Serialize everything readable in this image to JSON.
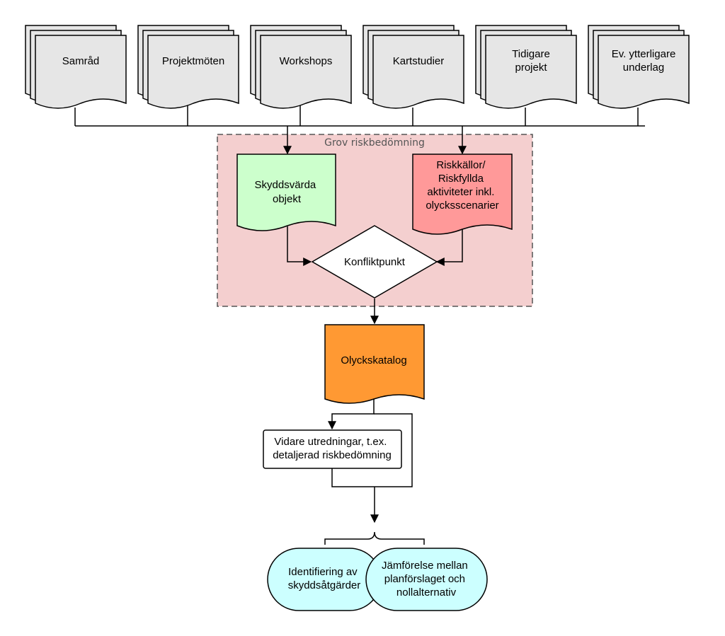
{
  "diagram": {
    "inputs": [
      {
        "lines": [
          "Samråd"
        ]
      },
      {
        "lines": [
          "Projektmöten"
        ]
      },
      {
        "lines": [
          "Workshops"
        ]
      },
      {
        "lines": [
          "Kartstudier"
        ]
      },
      {
        "lines": [
          "Tidigare",
          "projekt"
        ]
      },
      {
        "lines": [
          "Ev. ytterligare",
          "underlag"
        ]
      }
    ],
    "group": {
      "label": "Grov riskbedömning"
    },
    "protected_objects": {
      "lines": [
        "Skyddsvärda",
        "objekt"
      ]
    },
    "risk_sources": {
      "lines": [
        "Riskkällor/",
        "Riskfyllda",
        "aktiviteter inkl.",
        "olycksscenarier"
      ]
    },
    "conflict_point": {
      "label": "Konfliktpunkt"
    },
    "accident_catalog": {
      "label": "Olyckskatalog"
    },
    "further_studies": {
      "lines": [
        "Vidare utredningar, t.ex.",
        "detaljerad riskbedömning"
      ]
    },
    "outcomes": [
      {
        "lines": [
          "Identifiering av",
          "skyddsåtgärder"
        ]
      },
      {
        "lines": [
          "Jämförelse mellan",
          "planförslaget och",
          "nollalternativ"
        ]
      }
    ],
    "colors": {
      "input_fill": "#e6e6e6",
      "group_fill": "#f4cfcf",
      "group_border": "#555555",
      "protected_fill": "#ccffcc",
      "risk_fill": "#ff9999",
      "catalog_fill": "#ff9933",
      "outcome_fill": "#ccffff",
      "decision_fill": "#ffffff"
    }
  }
}
